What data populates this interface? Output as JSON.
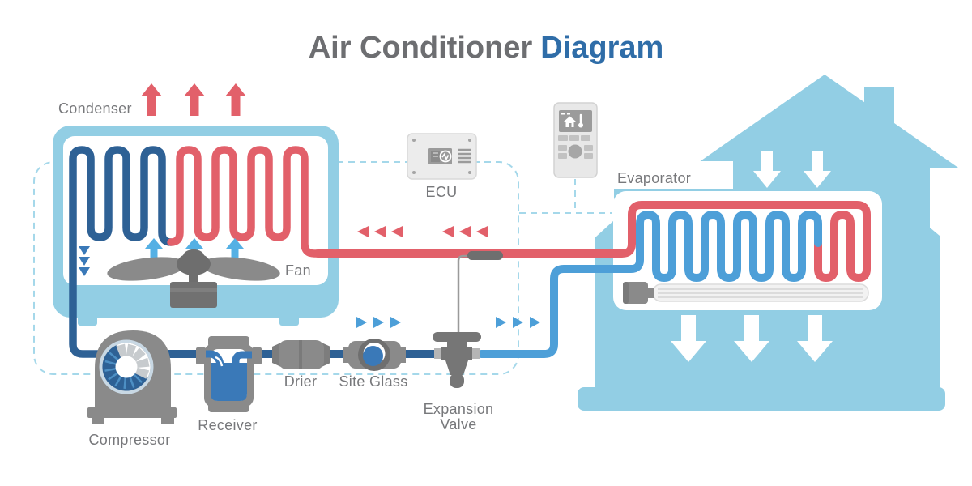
{
  "title": {
    "part1": "Air Conditioner",
    "part2": "Diagram"
  },
  "labels": {
    "condenser": "Condenser",
    "fan": "Fan",
    "ecu": "ECU",
    "evaporator": "Evaporator",
    "compressor": "Compressor",
    "receiver": "Receiver",
    "drier": "Drier",
    "site_glass": "Site Glass",
    "expansion_valve_line1": "Expansion",
    "expansion_valve_line2": "Valve"
  },
  "colors": {
    "house_light_blue": "#92CEE4",
    "dark_blue_pipe": "#2E6195",
    "light_blue_pipe": "#4D9FD8",
    "medium_blue": "#3A79B8",
    "hot_red": "#E2606A",
    "sky_arrow_blue": "#55B0E4",
    "component_gray": "#8A8A8A",
    "dark_gray": "#6E6E6E",
    "panel_gray": "#ECECEC",
    "dashed_line": "#A5D8EA",
    "label_gray": "#77787B",
    "title_blue": "#2F6DA8"
  }
}
